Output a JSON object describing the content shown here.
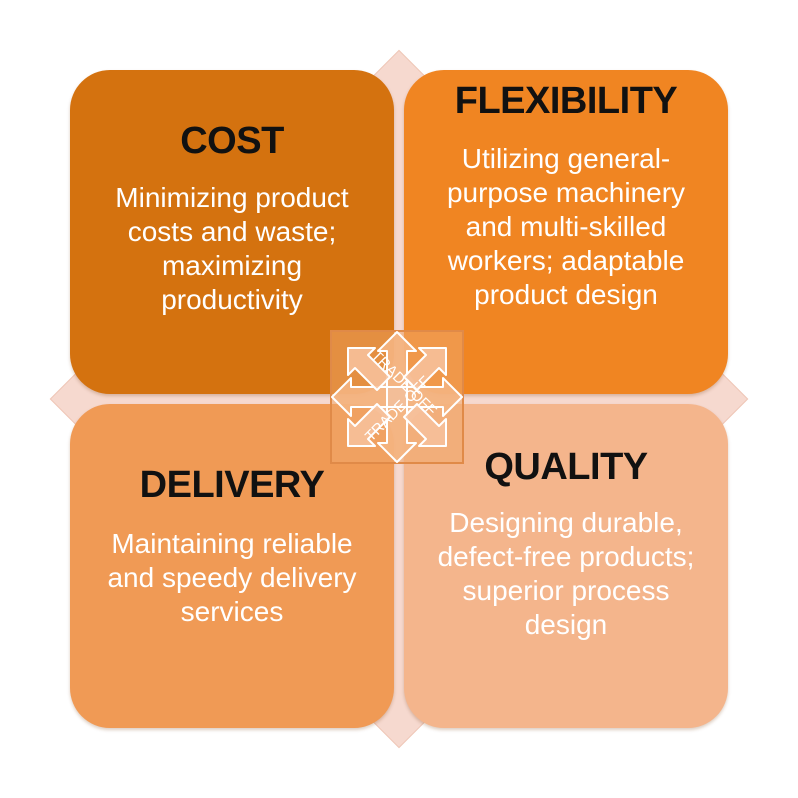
{
  "quadrants": {
    "cost": {
      "title": "COST",
      "text": "Minimizing product costs and waste; maximizing productivity"
    },
    "flexibility": {
      "title": "FLEXIBILITY",
      "text": "Utilizing general-purpose machinery and multi-skilled workers; adaptable product design"
    },
    "delivery": {
      "title": "DELIVERY",
      "text": "Maintaining reliable and speedy delivery services"
    },
    "quality": {
      "title": "QUALITY",
      "text": "Designing durable, defect-free products; superior process design"
    }
  },
  "center": {
    "label_1": "TRADE OFF",
    "label_2": "TRADE OFF",
    "icon": "four-way-arrows-icon"
  },
  "colors": {
    "background_diamond": "#f6d9cf",
    "cost": "#d4720f",
    "flexibility": "#f08522",
    "delivery": "#f09a55",
    "quality": "#f4b58c",
    "center": "#f0a86c"
  }
}
